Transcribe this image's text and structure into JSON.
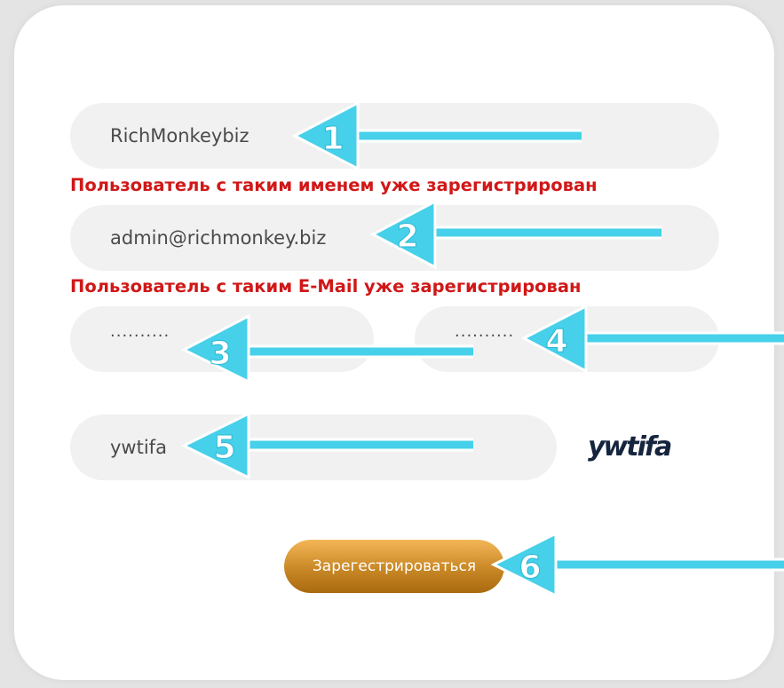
{
  "form": {
    "username_value": "RichMonkeybiz",
    "username_error": "Пользователь с таким именем уже зарегистрирован",
    "email_value": "admin@richmonkey.biz",
    "email_error": "Пользователь с таким E-Mail уже зарегистрирован",
    "password_value": "··········",
    "password_confirm_value": "··········",
    "captcha_input_value": "ywtifa",
    "captcha_image_text": "ywtifa",
    "submit_label": "Зарегестрироваться"
  },
  "annotations": {
    "arrow_color": "#47d0ea",
    "labels": [
      "1",
      "2",
      "3",
      "4",
      "5",
      "6"
    ]
  },
  "colors": {
    "error": "#d01818",
    "button_gradient_top": "#f3b657",
    "button_gradient_bottom": "#a9690f",
    "field_bg": "#f1f1f1"
  }
}
